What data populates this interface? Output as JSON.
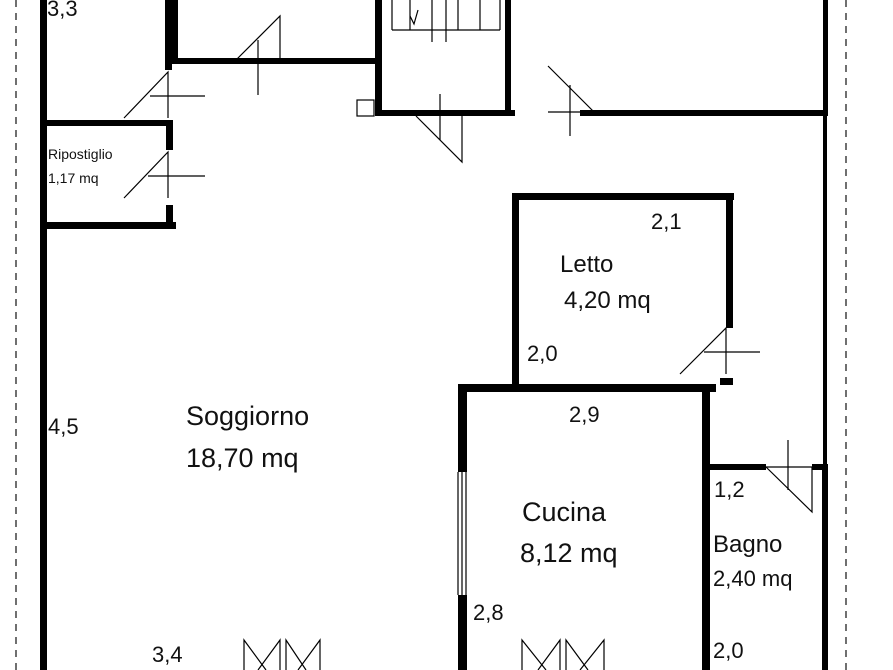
{
  "rooms": {
    "soggiorno": {
      "name": "Soggiorno",
      "area": "18,70 mq"
    },
    "letto": {
      "name": "Letto",
      "area": "4,20 mq"
    },
    "cucina": {
      "name": "Cucina",
      "area": "8,12 mq"
    },
    "bagno": {
      "name": "Bagno",
      "area": "2,40 mq"
    },
    "ripostiglio": {
      "name": "Ripostiglio",
      "area": "1,17 mq"
    }
  },
  "dimensions": {
    "top_left": "3,3",
    "soggiorno_height": "4,5",
    "soggiorno_width": "3,4",
    "letto_width": "2,1",
    "letto_height": "2,0",
    "cucina_width": "2,9",
    "cucina_height": "2,8",
    "bagno_width": "1,2",
    "bagno_height": "2,0"
  },
  "colors": {
    "wall": "#000000",
    "background": "#ffffff"
  }
}
